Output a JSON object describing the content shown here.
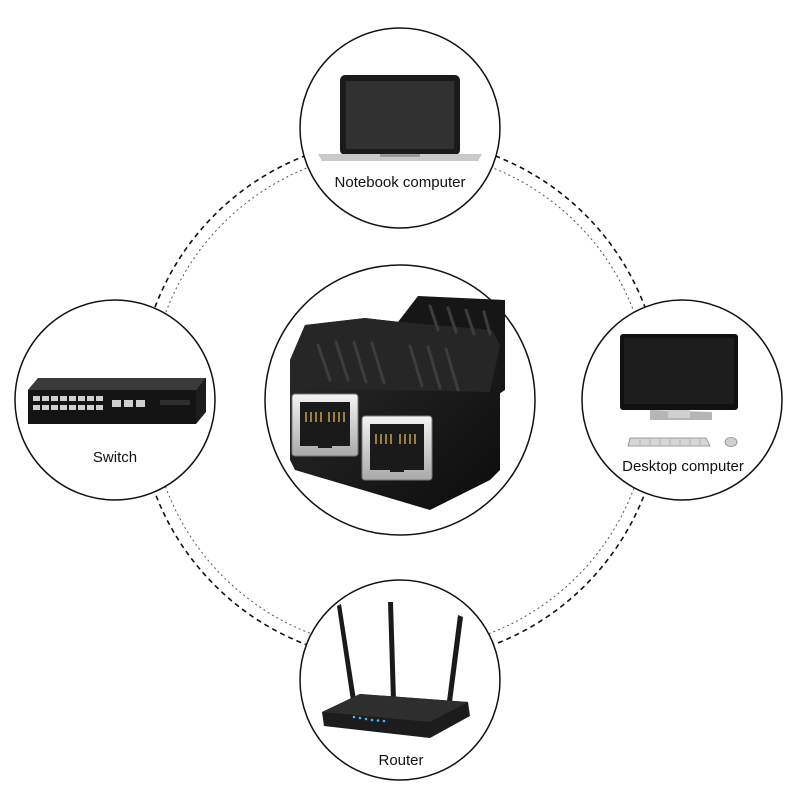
{
  "nodes": {
    "notebook": {
      "label": "Notebook computer",
      "icon": "laptop-icon"
    },
    "switch": {
      "label": "Switch",
      "icon": "network-switch-icon"
    },
    "center": {
      "label": "",
      "icon": "rj45-splitter-icon"
    },
    "desktop": {
      "label": "Desktop computer",
      "icon": "desktop-computer-icon"
    },
    "router": {
      "label": "Router",
      "icon": "wifi-router-icon"
    }
  },
  "colors": {
    "outline": "#111111",
    "device": "#1a1a1a",
    "metal": "#d9d9d9",
    "accent": "#3fb7ff"
  }
}
